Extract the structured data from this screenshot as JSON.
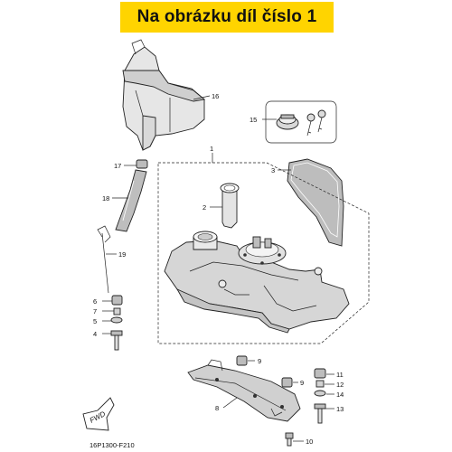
{
  "banner": {
    "text": "Na obrázku díl číslo 1",
    "color": "#ffd400"
  },
  "diagram_code": "16P1300-F210",
  "fwd_label": "FWD",
  "callouts": [
    "1",
    "2",
    "3",
    "4",
    "5",
    "6",
    "7",
    "8",
    "9",
    "9",
    "10",
    "11",
    "12",
    "13",
    "14",
    "15",
    "16",
    "17",
    "18",
    "19"
  ]
}
